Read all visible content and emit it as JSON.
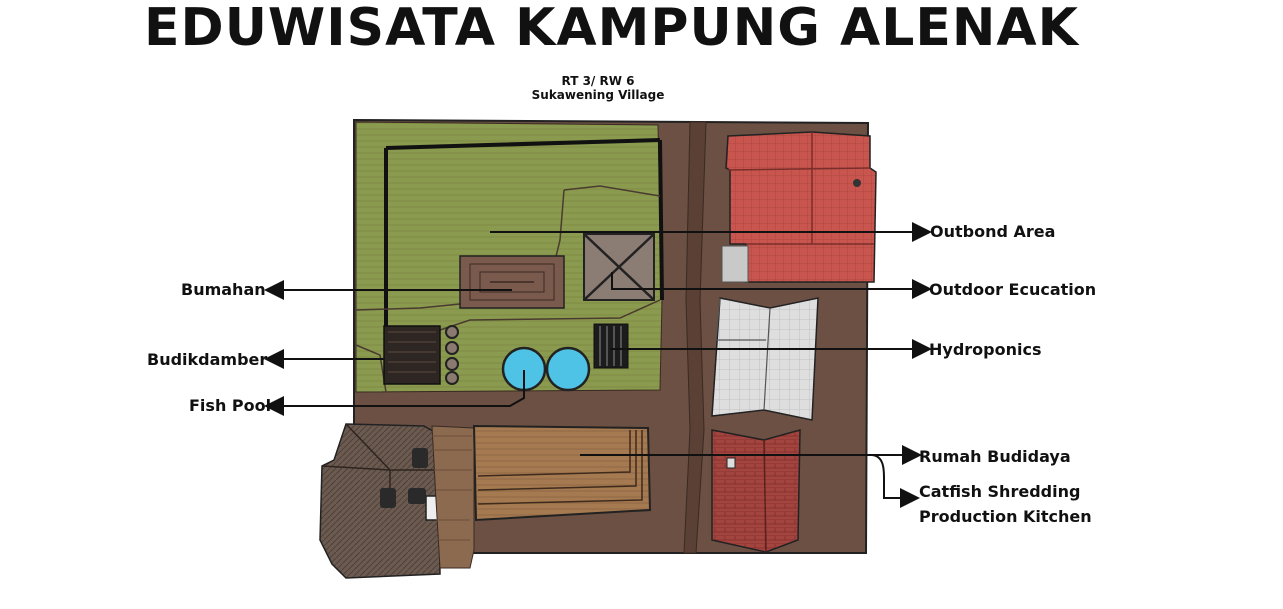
{
  "title": "EDUWISATA KAMPUNG ALENAK",
  "subtitle": {
    "line1": "RT 3/ RW 6",
    "line2": "Sukawening Village"
  },
  "labels": {
    "outbond": "Outbond Area",
    "outdoor": "Outdoor Ecucation",
    "hydroponics": "Hydroponics",
    "rumah": "Rumah Budidaya",
    "catfish_1": "Catfish Shredding",
    "catfish_2": "Production Kitchen",
    "bumahan": "Bumahan",
    "budikdamber": "Budikdamber",
    "fishpool": "Fish Pool"
  },
  "colors": {
    "ground": "#6b5043",
    "grass": "#8a9a4e",
    "roof_red": "#c8564f",
    "roof_grey": "#d9d9d9",
    "pool": "#4ec3e6",
    "wood": "#a57a50"
  }
}
